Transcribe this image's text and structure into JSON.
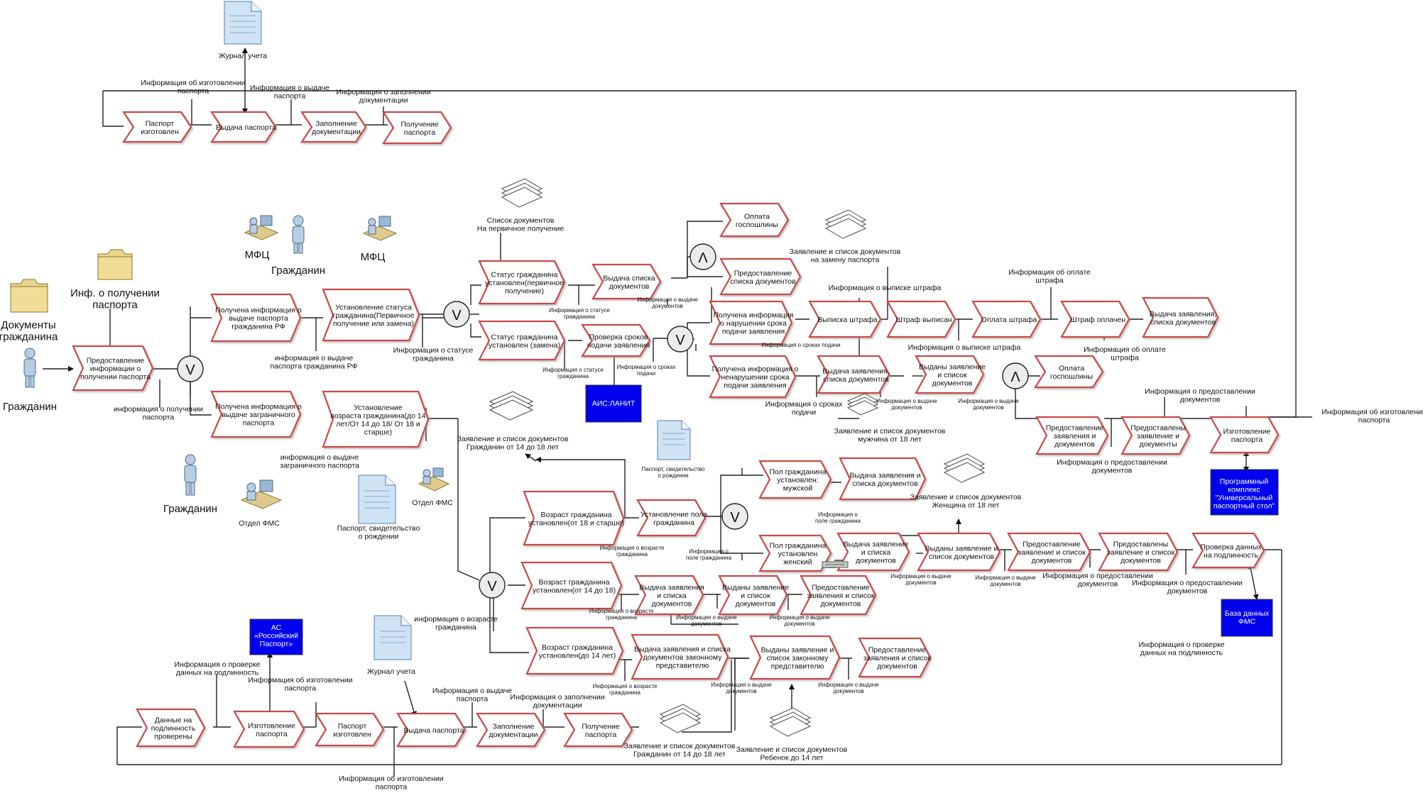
{
  "labels": {
    "l1": "Информация об изготовлении|паспорта",
    "l2": "Журнал учета",
    "l3": "Информация о выдаче|паспорта",
    "l4": "Информация о заполнении|документации",
    "l5": "Список документов|На первичное получение",
    "l6": "МФЦ",
    "l7": "Гражданин",
    "l8": "МФЦ",
    "l9": "Инф. о получении|паспорта",
    "l10": "Документы|гражданина",
    "l11": "Гражданин",
    "l12": "информация о получении|паспорта",
    "l13": "информация о выдаче|паспорта гражданина РФ",
    "l14": "Информация о статусе|гражданина",
    "l15": "Информация о статусе|гражданина",
    "l16": "Информация о статусе|гражданина",
    "l17": "Информация о сроках|подачи",
    "l18": "Информация о выдаче|документов",
    "l19": "Заявление и список документов|на замену паспорта",
    "l20": "Информация о выписке штрафа",
    "l21": "Информация об оплате|штрафа",
    "l22": "Информация о сроках подачи",
    "l23": "Информация о выписке штрафа",
    "l24": "Информация об оплате|штрафа",
    "l25": "Информация о сроках|подачи",
    "l26": "Информация о выдаче|документов",
    "l27": "Информация о выдаче|документов",
    "l28": "Информация о предоставлении|документов",
    "l29": "Информация об изготовлении|паспорта",
    "l30": "Информация о предоставлении|документов",
    "l31": "Заявление и список документов|мужчина от 18 лет",
    "l32": "Заявление и список документов|Женщина от 18 лет",
    "l33": "Паспорт, свидетельство|о рождении",
    "l34": "Заявление и список документов|Гражданин от 14 до 18 лет",
    "l35": "информация о выдаче|заграничного паспорта",
    "l36": "Гражданин",
    "l37": "Отдел ФМС",
    "l38": "Отдел ФМС",
    "l39": "Паспорт, свидетельство|о рождении",
    "l40": "Информация о возрасте|гражданина",
    "l41": "Информация о|поле гражданина",
    "l42": "Информация о|поле гражданина",
    "l43": "Информация о выдаче|документов",
    "l44": "Информация о выдаче|документов",
    "l45": "Информация о предоставлении|документов",
    "l46": "Информация о предоставлении|документов",
    "l47": "информация о возрасте|гражданина",
    "l48": "Информация о возрасте|гражданина",
    "l49": "Информация о выдаче|документов",
    "l50": "Информация о выдаче|документов",
    "l51": "Информация о возрасте|гражданина",
    "l52": "Информация о выдаче|документов",
    "l53": "Информация о выдаче|документов",
    "l54": "Информация о проверке|данных на подлинность",
    "l55": "Журнал учета",
    "l56": "Информация об изготовлении|паспорта",
    "l57": "Информация о выдаче|паспорта",
    "l58": "Информация о заполнении|документации",
    "l59": "Заявление и список документов|Гражданин от 14 до 18 лет",
    "l60": "Заявление и список документов|Ребенок до 14 лет",
    "l61": "Информация о проверке|данных на подлинность",
    "l62": "Информация об изготовлении|паспорта"
  },
  "functions": {
    "f1": "Паспорт|изготовлен",
    "f2": "Выдача паспорта",
    "f3": "Заполнение|документации",
    "f4": "Получение|паспорта",
    "f5": "Оплата|госпошлины",
    "f6": "Предоставление|списка документов",
    "f7": "Статус гражданина|установлен(первичное|получение)",
    "f8": "Выдача списка|документов",
    "f9": "Получена информация о|выдаче паспорта|гражданина РФ",
    "f10": "Установление статуса|гражданина(Первичное|получение или замена)",
    "f11": "Предоставление|информации о|получении паспорта",
    "f12": "Статус гражданина|установлен (замена)",
    "f13": "Проверка  сроков|подачи заявления",
    "f14": "Получена информация|о нарушении срока|подачи заявления",
    "f15": "Выписка штрафа",
    "f16": "Штраф выписан",
    "f17": "Оплата штрафа",
    "f18": "Штраф оплачен",
    "f19": "Выдача заявления,|списка документов",
    "f20": "Получена информация о|ненарушении срока|подачи заявления",
    "f21": "Выдача заявления,|списка документов",
    "f22": "Выданы заявление|и список|документов",
    "f23": "Оплата|госпошлины",
    "f24": "Получена информация о|выдаче заграничного|паспорта",
    "f25": "Установление|возраста гражданина(до 14|лет/От 14 до 18/ От 18 и|старше)",
    "f26": "Предоставление|заявления и|документов",
    "f27": "Предоставлены|заявление и|документы",
    "f28": "Изготовление|паспорта",
    "f29": "Пол гражданина|установлен:|мужской",
    "f30": "Выдача заявления и|списка документов",
    "f31": "Возраст гражданина|установлен(от 18 и старше)",
    "f32": "Установление пола|гражданина",
    "f33": "Пол гражданина|установлен|женский",
    "f34": "Выдача заявление|и списка|документов",
    "f35": "Выданы заявление и|список документов",
    "f36": "Предоставление|заявление и список|документов",
    "f37": "Предоставлены|заявление и список|документов",
    "f38": "Проверка  данных|на подлинность",
    "f39": "Возраст гражданина|установлен(от 14 до 18)",
    "f40": "Выдача заявления|и списка|документов",
    "f41": "Выданы заявление|и список|документов",
    "f42": "Предоставление|заявления и список|документов",
    "f43": "Возраст гражданина|установлен(до 14 лет)",
    "f44": "Выдача заявления и списка|документов законному|представителю",
    "f45": "Выданы заявление и|список законному|представителю",
    "f46": "Предоставление|заявления и список|документов",
    "f47": "Данные на|подлинность|проверены",
    "f48": "Изготовление|паспорта",
    "f49": "Паспорт|изготовлен",
    "f50": "Выдача паспорта",
    "f51": "Заполнение|документации",
    "f52": "Получение|паспорта"
  },
  "systems": {
    "s1": "АИС:ЛАНИТ",
    "s2": "Программный|комплекс|\"Универсальный|паспортный стол\"",
    "s3": "База данных|ФМС",
    "s4": "АС|«Российский|Паспорт»"
  },
  "gates": {
    "g1": "V",
    "g2": "V",
    "g3": "V",
    "g4": "Λ",
    "g5": "Λ",
    "g6": "V",
    "g7": "V"
  },
  "colors": {
    "chevron_stroke": "#c94a4a",
    "system_fill": "#0000ee",
    "folder_fill": "#e8d48a",
    "document_fill": "#cfe3f5"
  }
}
